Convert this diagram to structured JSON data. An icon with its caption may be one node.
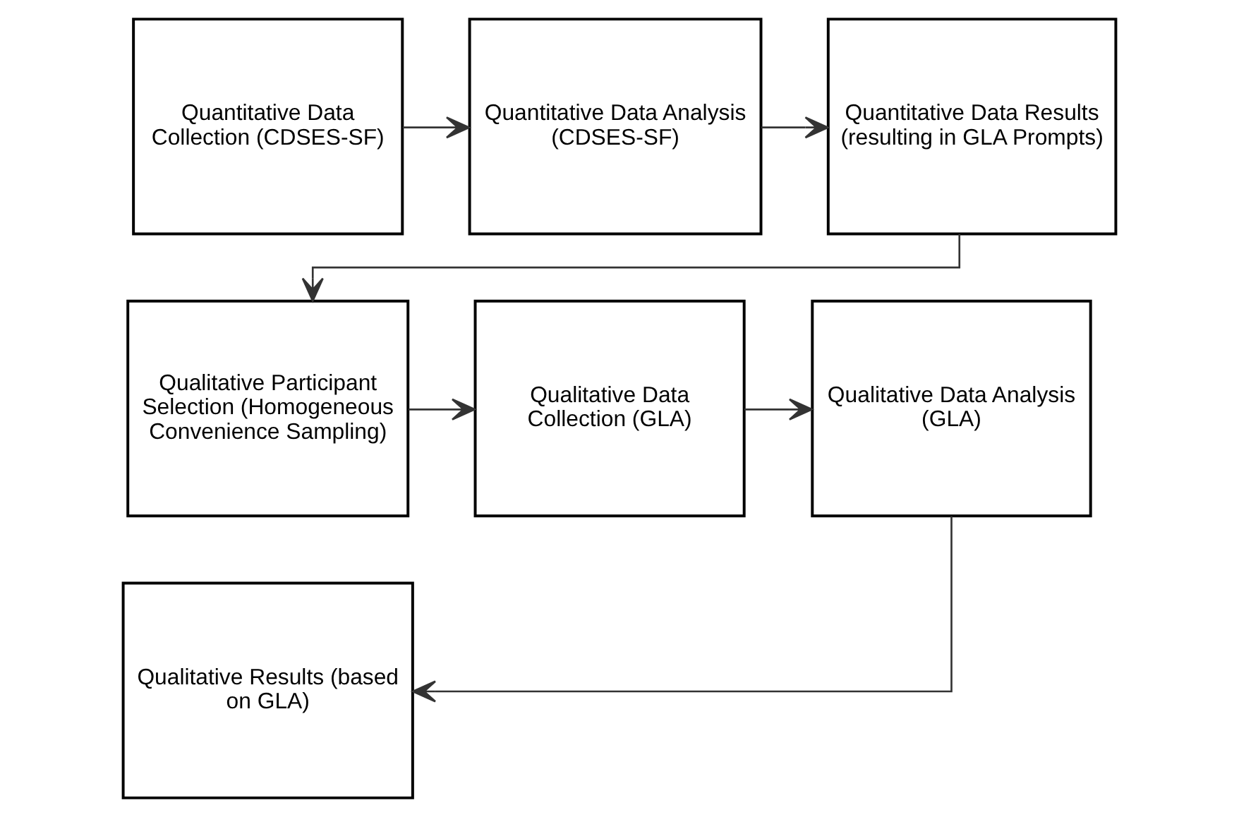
{
  "diagram": {
    "nodes": [
      {
        "text": [
          "Quantitative Data Collection (CDSES-SF)"
        ]
      },
      {
        "text": [
          "Quantitative Data Analysis (CDSES-SF)"
        ]
      },
      {
        "text": [
          "Quantitative Data Results (resulting in GLA Prompts)"
        ]
      },
      {
        "text": [
          "Qualitative Participant Selection (Homogeneous Convenience Sampling)"
        ]
      },
      {
        "text": [
          "Qualitative Data Collection (GLA)"
        ]
      },
      {
        "text": [
          "Qualitative Data Analysis (GLA)"
        ]
      },
      {
        "text": [
          "Qualitative Results (based on GLA)"
        ]
      }
    ],
    "edges": [
      {
        "from": 0,
        "to": 1,
        "arrow": "to"
      },
      {
        "from": 1,
        "to": 2,
        "arrow": "to"
      },
      {
        "from": 2,
        "to": 3,
        "arrow": "to"
      },
      {
        "from": 3,
        "to": 4,
        "arrow": "to"
      },
      {
        "from": 4,
        "to": 5,
        "arrow": "to"
      },
      {
        "from": 5,
        "to": 6,
        "arrow": "to"
      }
    ]
  }
}
